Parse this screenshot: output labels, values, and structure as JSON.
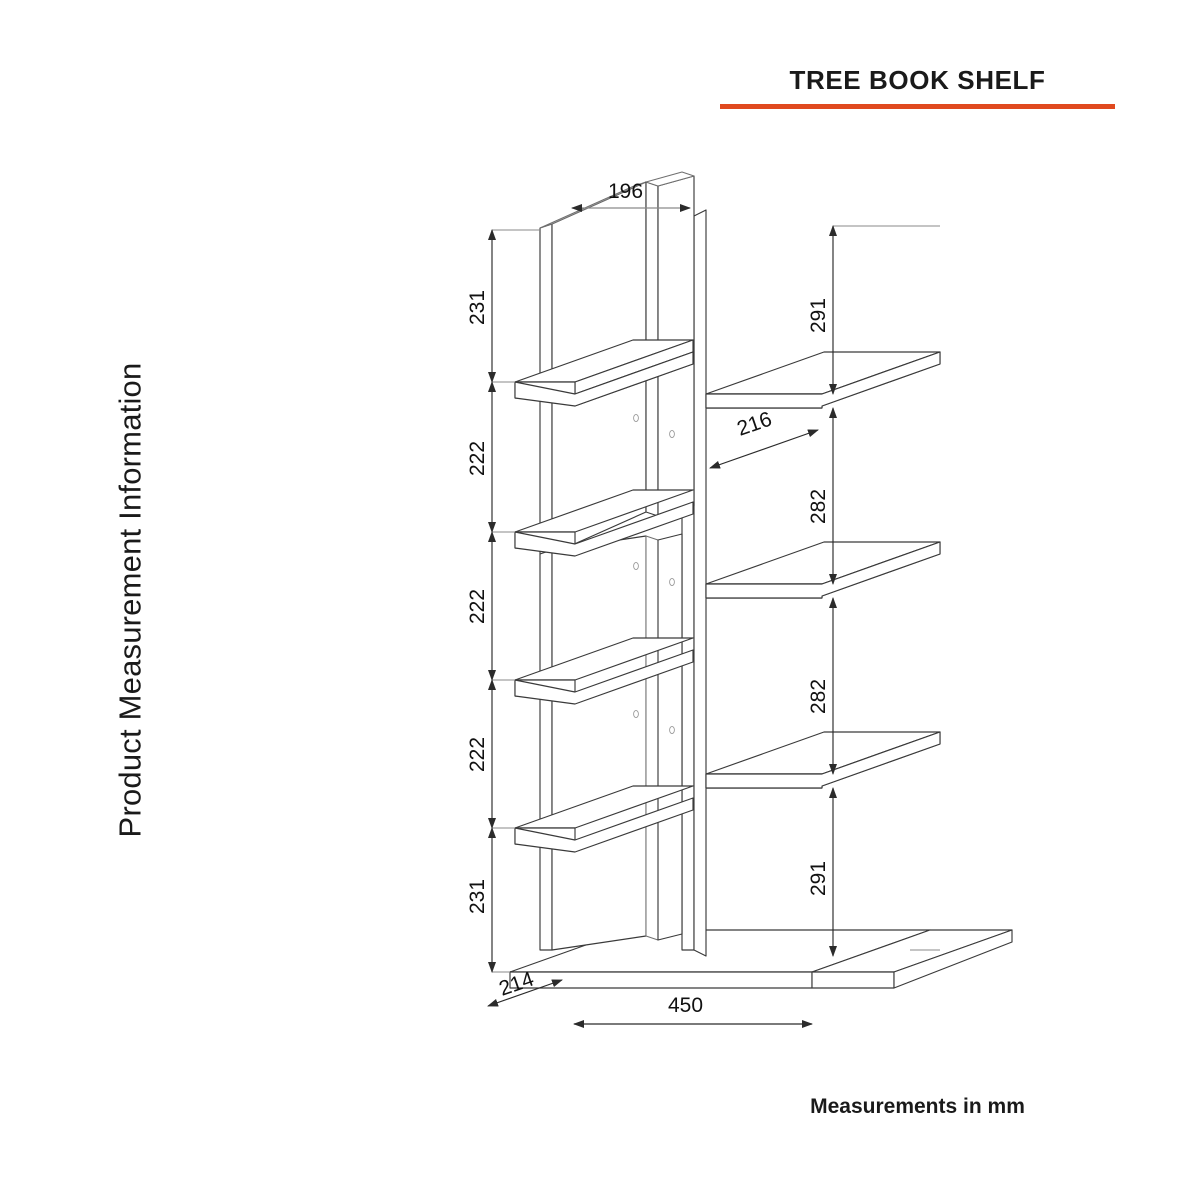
{
  "page": {
    "background_color": "#ffffff",
    "side_caption": "Product Measurement Information",
    "footer_note": "Measurements in mm"
  },
  "title_block": {
    "title": "TREE BOOK SHELF",
    "rule_color": "#E0491F"
  },
  "drawing": {
    "type": "isometric-technical-drawing",
    "subject": "tree book shelf",
    "units": "mm",
    "line_color": "#3a3a3a",
    "dimension_color": "#2b2b2b"
  },
  "dimensions": {
    "top_width": "196",
    "right_shelf_depth": "216",
    "base_depth": "214",
    "base_width": "450",
    "left_stack": [
      {
        "label": "231",
        "note": "top panel to first left shelf"
      },
      {
        "label": "222",
        "note": "left shelf 1 to left shelf 2"
      },
      {
        "label": "222",
        "note": "left shelf 2 to left shelf 3"
      },
      {
        "label": "222",
        "note": "left shelf 3 to left shelf 4"
      },
      {
        "label": "231",
        "note": "left shelf 4 to base"
      }
    ],
    "right_stack": [
      {
        "label": "291",
        "note": "top of tall panel to right shelf 1"
      },
      {
        "label": "282",
        "note": "right shelf 1 to right shelf 2"
      },
      {
        "label": "282",
        "note": "right shelf 2 to right shelf 3"
      },
      {
        "label": "291",
        "note": "right shelf 3 to base"
      }
    ]
  }
}
